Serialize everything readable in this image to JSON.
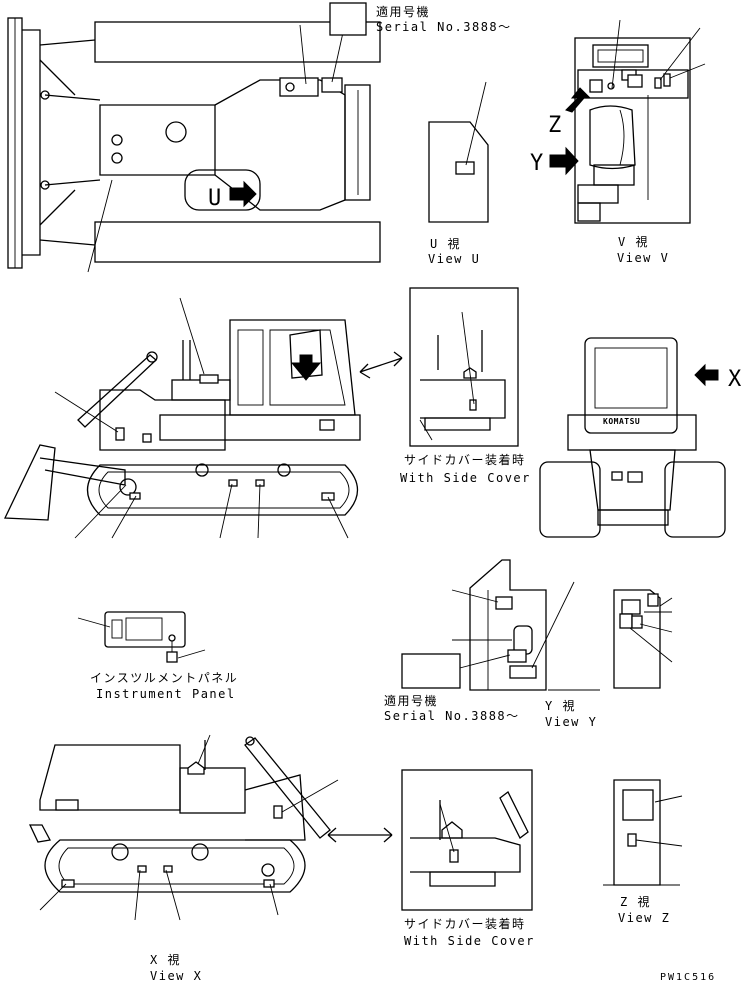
{
  "serial_top": {
    "jp": "適用号機",
    "en": "Serial No.3888～"
  },
  "serial_mid": {
    "jp": "適用号機",
    "en": "Serial No.3888～"
  },
  "view_u": {
    "jp": "U  視",
    "en": "View U",
    "marker": "U"
  },
  "view_v": {
    "jp": "V  視",
    "en": "View V"
  },
  "view_y": {
    "jp": "Y  視",
    "en": "View Y"
  },
  "view_x": {
    "jp": "X  視",
    "en": "View X"
  },
  "view_z": {
    "jp": "Z  視",
    "en": "View Z"
  },
  "side_cover_1": {
    "jp": "サイドカバー装着時",
    "en": "With Side Cover"
  },
  "side_cover_2": {
    "jp": "サイドカバー装着時",
    "en": "With Side Cover"
  },
  "instrument_panel": {
    "jp": "インスツルメントパネル",
    "en": "Instrument Panel"
  },
  "arrow_letters": {
    "z": "Z",
    "y": "Y",
    "x": "X"
  },
  "brand": "KOMATSU",
  "drawing_code": "PW1C516"
}
